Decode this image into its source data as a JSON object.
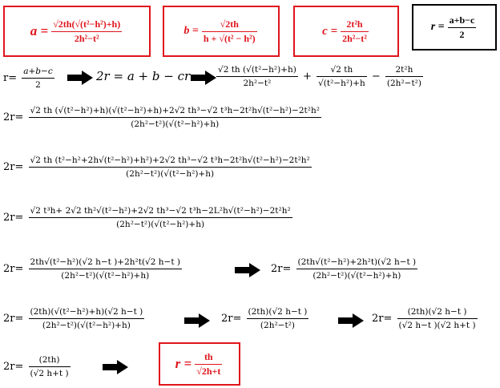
{
  "boxes": {
    "a": {
      "lhs": "a =",
      "num": "√2th(√(t²−h²)+h)",
      "den": "2h²−t²"
    },
    "b": {
      "lhs": "b =",
      "num": "√2th",
      "den": "h + √(t² − h²)"
    },
    "c": {
      "lhs": "c =",
      "num": "2t²h",
      "den": "2h²−t²"
    },
    "r": {
      "lhs": "r =",
      "num": "a+b−c",
      "den": "2"
    }
  },
  "rows": {
    "r1": {
      "lhs": "r=",
      "f1_num": "a+b−c",
      "f1_den": "2",
      "mid": "2r = a + b − cr",
      "f2_num": "√2 th (√(t²−h²)+h)",
      "f2_den": "2h²−t²",
      "plus": "+",
      "f3_num": "√2 th",
      "f3_den": "√(t²−h²)+h",
      "minus": "−",
      "f4_num": "2t²h",
      "f4_den": "(2h²−t²)"
    },
    "r2": {
      "lhs": "2r=",
      "num": "√2  th (√(t²−h²)+h)(√(t²−h²)+h)+2√2 th³−√2 t³h−2t²h√(t²−h²)−2t²h²",
      "den": "(2h²−t²)(√(t²−h²)+h)"
    },
    "r3": {
      "lhs": "2r=",
      "num": "√2  th (t²−h²+2h√(t²−h²)+h²)+2√2 th³−√2 t³h−2t²h√(t²−h²)−2t²h²",
      "den": "(2h²−t²)(√(t²−h²)+h)"
    },
    "r4": {
      "lhs": "2r=",
      "num": "√2 t³h+ 2√2 th²√(t²−h²)+2√2 th³−√2 t³h−2L²h√(t²−h²)−2t²h²",
      "den": "(2h²−t²)(√(t²−h²)+h)"
    },
    "r5": {
      "lhs": "2r=",
      "num": "2th√(t²−h²)(√2 h−t )+2h²t(√2 h−t )",
      "den": "(2h²−t²)(√(t²−h²)+h)",
      "lhs2": "2r=",
      "num2": "(2th√(t²−h²)+2h²t)(√2 h−t )",
      "den2": "(2h²−t²)(√(t²−h²)+h)"
    },
    "r6": {
      "lhs": "2r=",
      "num": "(2th)(√(t²−h²)+h)(√2 h−t )",
      "den": "(2h²−t²)(√(t²−h²)+h)",
      "lhs2": "2r=",
      "num2": "(2th)(√2 h−t )",
      "den2": "(2h²−t²)",
      "lhs3": "2r=",
      "num3": "(2th)(√2 h−t )",
      "den3": "(√2 h−t )(√2 h+t )"
    },
    "r7": {
      "lhs": "2r=",
      "num": "(2th)",
      "den": "(√2 h+t )"
    }
  },
  "final": {
    "lhs": "r =",
    "num": "th",
    "den": "√2h+t"
  },
  "colors": {
    "accent": "#e0141c",
    "text": "#000000"
  },
  "icons": {
    "arrow": "right-arrow-icon"
  }
}
